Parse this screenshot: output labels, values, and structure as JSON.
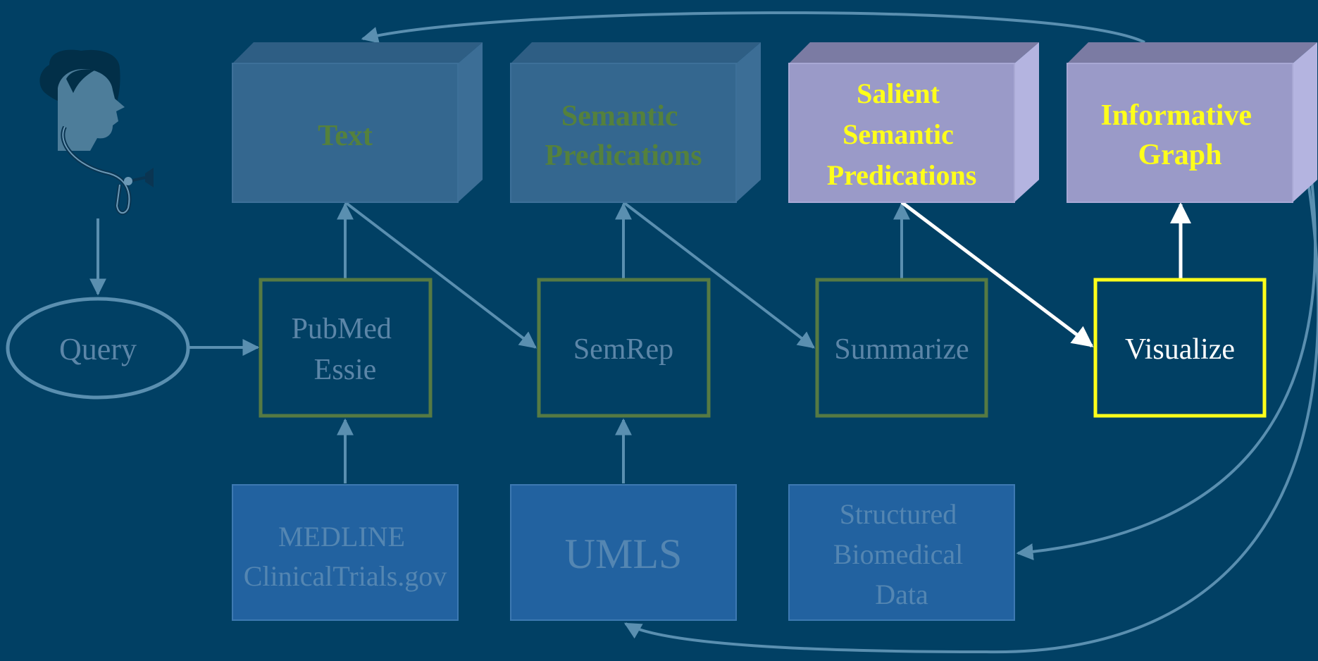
{
  "colors": {
    "background": "#014064",
    "faded_line": "#5a8fb0",
    "faded_text": "#5c86a8",
    "green_border": "#567a43",
    "green_text": "#55813c",
    "cube_front_faded": "#34678f",
    "cube_top_faded": "#2e5e84",
    "cube_side_faded": "#3c6e96",
    "cube_front_highlight": "#9a9ac8",
    "cube_top_highlight": "#7b7ba3",
    "cube_side_highlight": "#b4b4e0",
    "highlight_text": "#ffff1a",
    "highlight_border": "#ffff1a",
    "white": "#ffffff",
    "source_box": "#2262a0",
    "source_text": "#5486b2"
  },
  "user_icon": "doctor-with-stethoscope-icon",
  "query": {
    "label": "Query"
  },
  "outputs": [
    {
      "lines": [
        "Text"
      ]
    },
    {
      "lines": [
        "Semantic",
        "Predications"
      ]
    },
    {
      "lines": [
        "Salient",
        "Semantic",
        "Predications"
      ]
    },
    {
      "lines": [
        "Informative",
        "Graph"
      ]
    }
  ],
  "processes": [
    {
      "lines": [
        "PubMed",
        "Essie"
      ]
    },
    {
      "lines": [
        "SemRep"
      ]
    },
    {
      "lines": [
        "Summarize"
      ]
    },
    {
      "lines": [
        "Visualize"
      ]
    }
  ],
  "sources": [
    {
      "lines": [
        "MEDLINE",
        "ClinicalTrials.gov"
      ]
    },
    {
      "lines": [
        "UMLS"
      ]
    },
    {
      "lines": [
        "Structured",
        "Biomedical",
        "Data"
      ]
    }
  ]
}
